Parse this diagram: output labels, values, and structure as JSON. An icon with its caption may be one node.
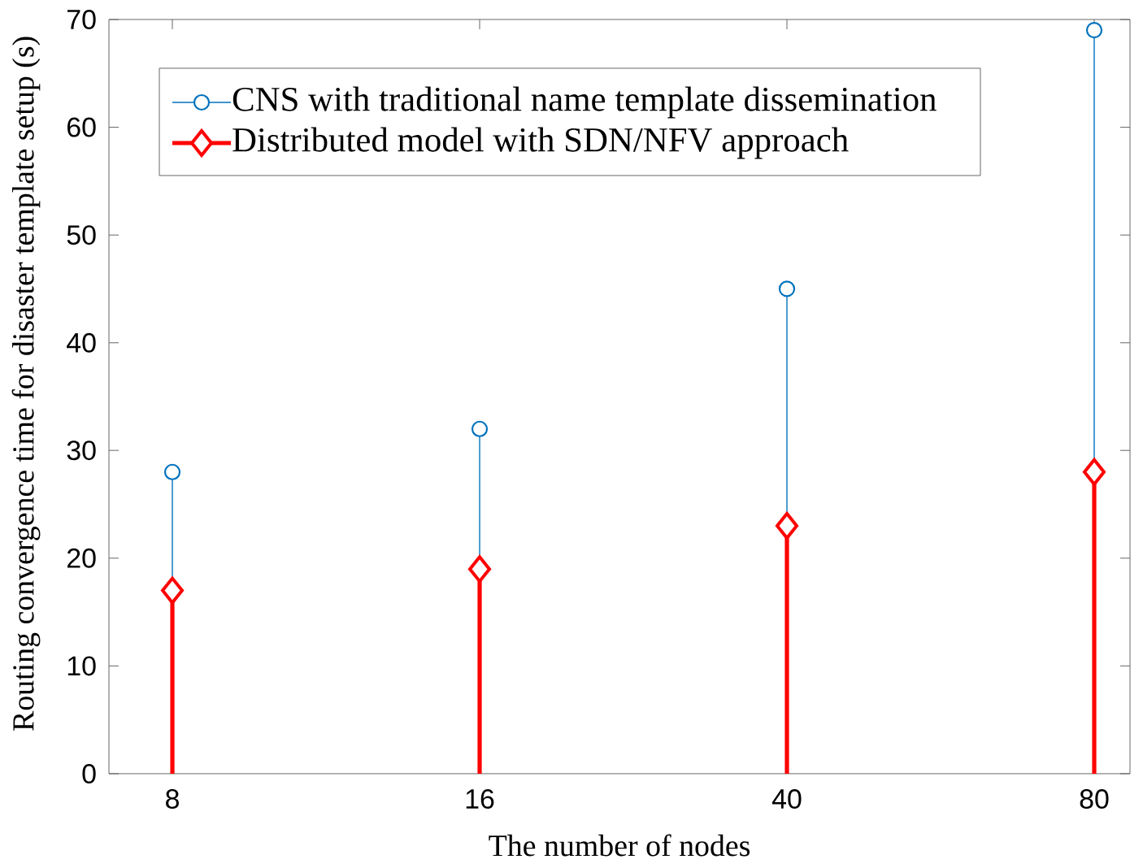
{
  "diagram": {
    "chart_data": {
      "type": "scatter",
      "xlabel": "The number of nodes",
      "ylabel": "Routing convergence time for disaster template setup (s)",
      "categories": [
        "8",
        "16",
        "40",
        "80"
      ],
      "series": [
        {
          "name": "CNS with traditional name template dissemination",
          "color": "#0072bd",
          "values": [
            28,
            32,
            45,
            69
          ]
        },
        {
          "name": "Distributed model with SDN/NFV approach",
          "color": "#ff0000",
          "values": [
            17,
            19,
            23,
            28
          ]
        }
      ],
      "legend": true,
      "ylim": [
        0,
        70
      ],
      "yticks": [
        0,
        10,
        20,
        30,
        40,
        50,
        60,
        70
      ]
    }
  }
}
